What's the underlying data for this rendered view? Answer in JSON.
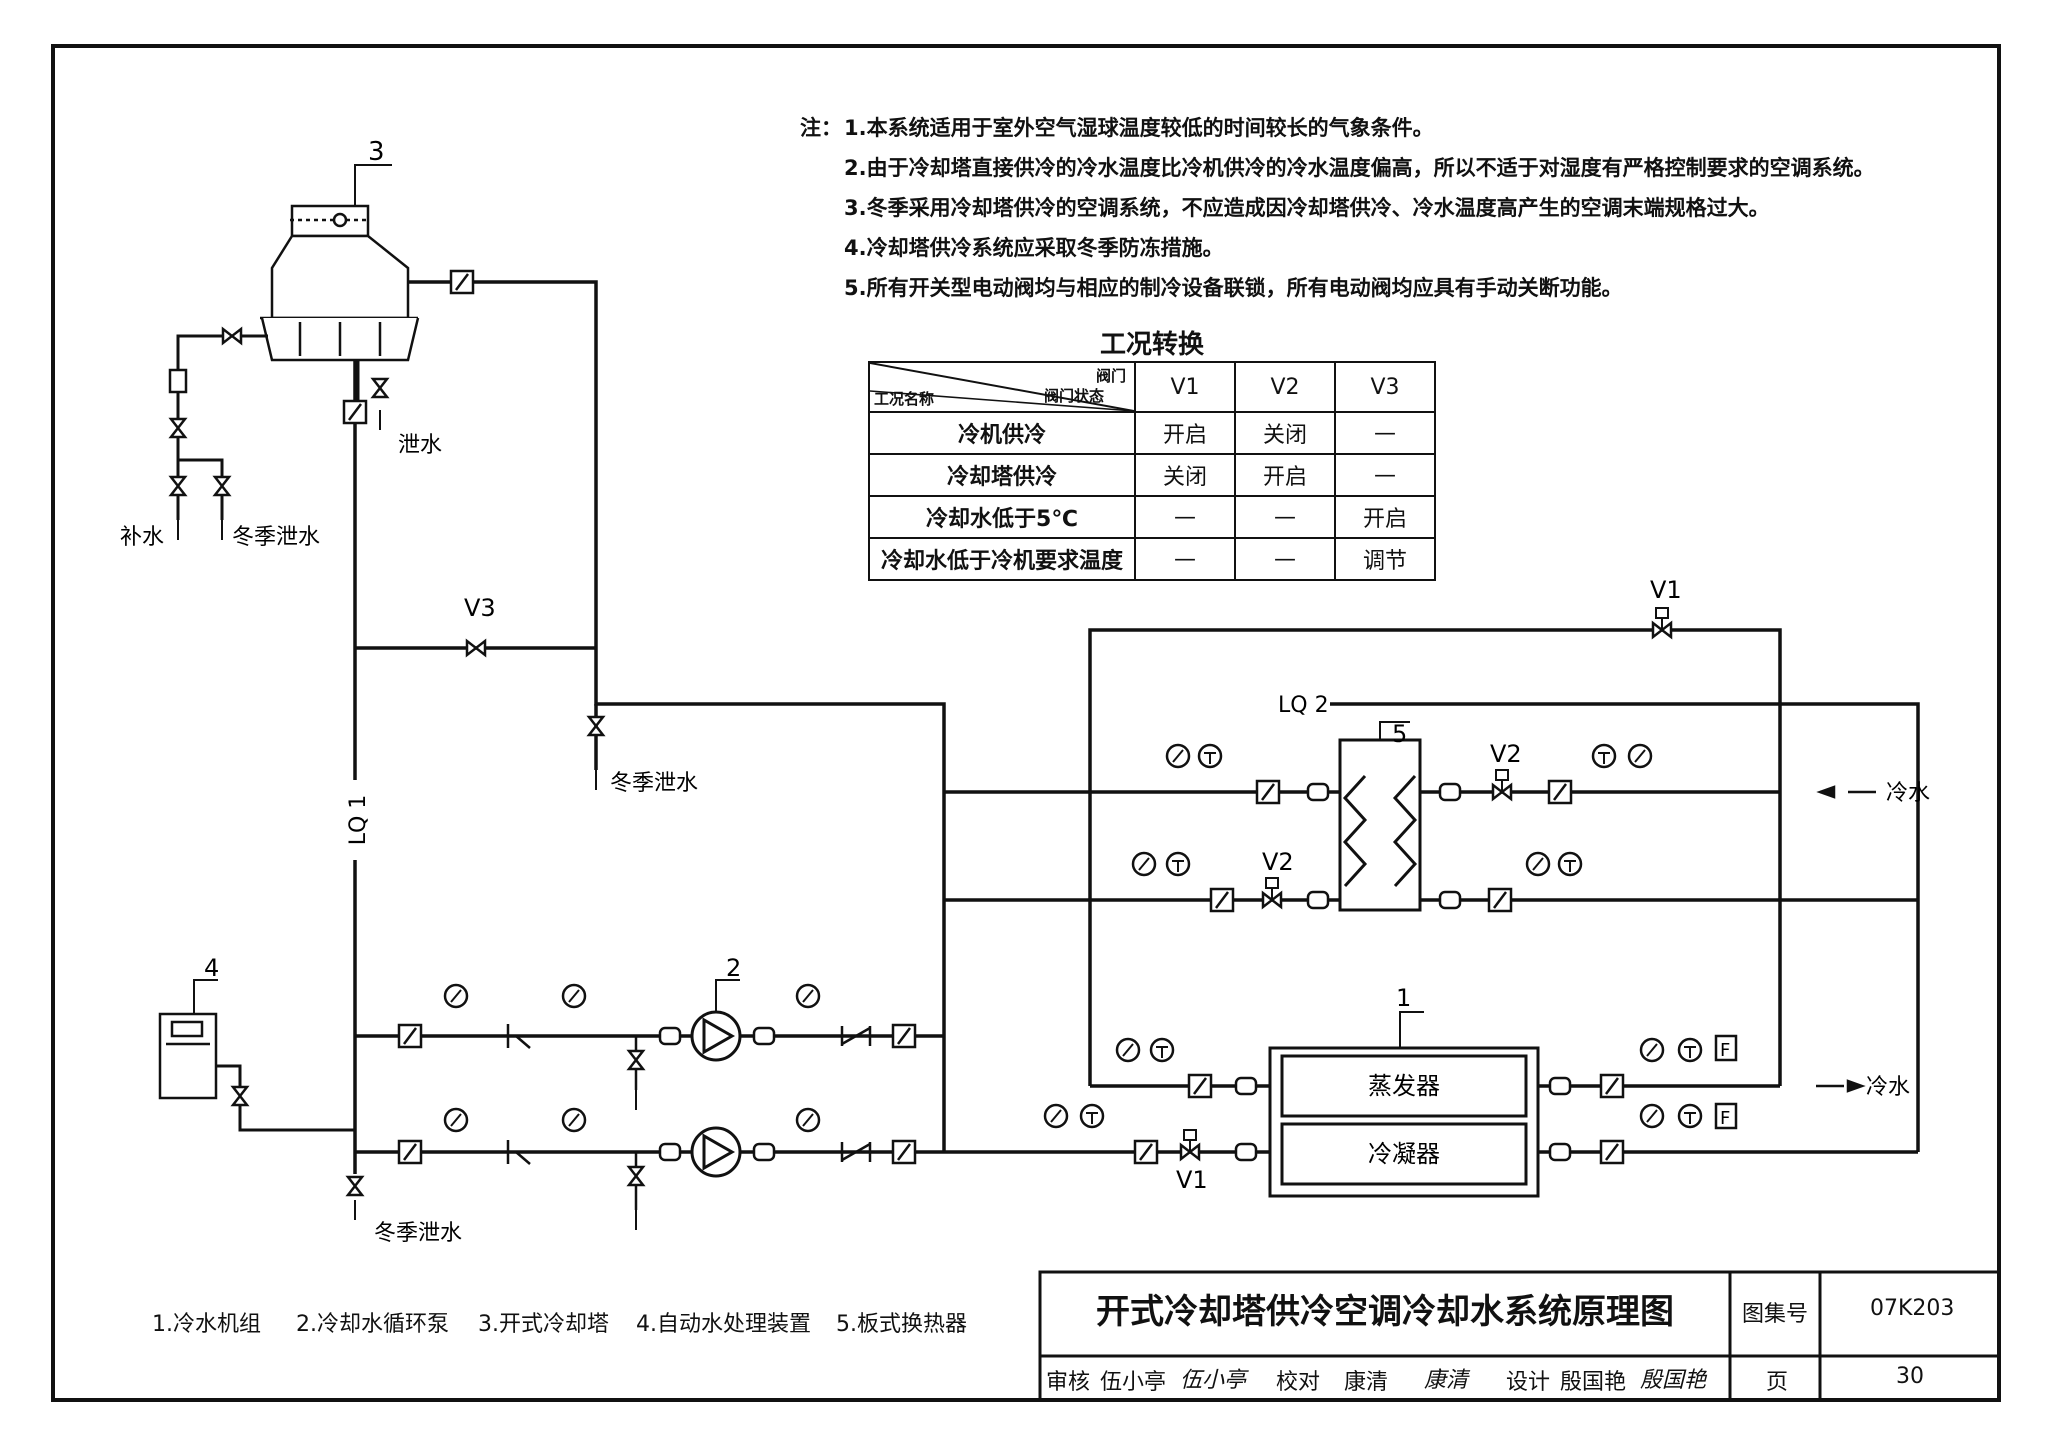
{
  "notes": {
    "heading": "注：",
    "items": [
      "1.本系统适用于室外空气湿球温度较低的时间较长的气象条件。",
      "2.由于冷却塔直接供冷的冷水温度比冷机供冷的冷水温度偏高，所以不适于对湿度有严格控制要求的空调系统。",
      "3.冬季采用冷却塔供冷的空调系统，不应造成因冷却塔供冷、冷水温度高产生的空调末端规格过大。",
      "4.冷却塔供冷系统应采取冬季防冻措施。",
      "5.所有开关型电动阀均与相应的制冷设备联锁，所有电动阀均应具有手动关断功能。"
    ]
  },
  "table": {
    "title": "工况转换",
    "diag_top": "阀门",
    "diag_mid": "阀门状态",
    "diag_bottom": "工况名称",
    "columns": [
      "V1",
      "V2",
      "V3"
    ],
    "rows": [
      {
        "name": "冷机供冷",
        "v1": "开启",
        "v2": "关闭",
        "v3": "—"
      },
      {
        "name": "冷却塔供冷",
        "v1": "关闭",
        "v2": "开启",
        "v3": "—"
      },
      {
        "name": "冷却水低于5℃",
        "v1": "—",
        "v2": "—",
        "v3": "开启"
      },
      {
        "name": "冷却水低于冷机要求温度",
        "v1": "—",
        "v2": "—",
        "v3": "调节"
      }
    ]
  },
  "diagram": {
    "tag_cooling_tower": "3",
    "tag_water_treatment": "4",
    "tag_pump": "2",
    "tag_chiller": "1",
    "tag_plate_hx": "5",
    "makeup_water": "补水",
    "winter_drain": "冬季泄水",
    "drain": "泄水",
    "v1": "V1",
    "v2": "V2",
    "v3": "V3",
    "lq1": "LQ 1",
    "lq2": "LQ 2",
    "chilled_water": "冷水",
    "evaporator": "蒸发器",
    "condenser": "冷凝器",
    "flow_switch": "F"
  },
  "legend": [
    "1.冷水机组",
    "2.冷却水循环泵",
    "3.开式冷却塔",
    "4.自动水处理装置",
    "5.板式换热器"
  ],
  "title_block": {
    "title": "开式冷却塔供冷空调冷却水系统原理图",
    "atlas_label": "图集号",
    "atlas_no": "07K203",
    "review_label": "审核",
    "review_name": "伍小亭",
    "review_sign": "伍小亭",
    "check_label": "校对",
    "check_name": "康清",
    "check_sign": "康清",
    "design_label": "设计",
    "design_name": "殷国艳",
    "design_sign": "殷国艳",
    "page_label": "页",
    "page_no": "30"
  }
}
